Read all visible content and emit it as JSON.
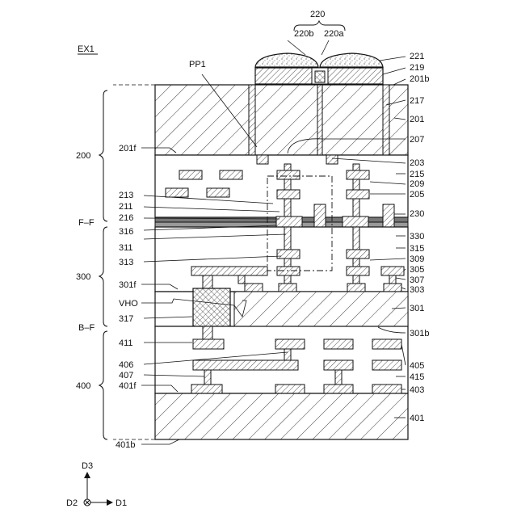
{
  "figure_label": "EX1",
  "labels": {
    "l220": "220",
    "l220b": "220b",
    "l220a": "220a",
    "l221": "221",
    "l219": "219",
    "l201b": "201b",
    "l217": "217",
    "l201": "201",
    "l207": "207",
    "l203": "203",
    "l215": "215",
    "l209": "209",
    "l205": "205",
    "l230": "230",
    "l330": "330",
    "l315": "315",
    "l309": "309",
    "l305": "305",
    "l307": "307",
    "l303": "303",
    "l301": "301",
    "l301b": "301b",
    "l405": "405",
    "l415": "415",
    "l403": "403",
    "l401": "401",
    "lPP1": "PP1",
    "l200": "200",
    "l201f": "201f",
    "l213": "213",
    "l211": "211",
    "lFF": "F–F",
    "l216": "216",
    "l316": "316",
    "l311": "311",
    "l313": "313",
    "l300": "300",
    "l301f": "301f",
    "lVHO": "VHO",
    "l317": "317",
    "lBF": "B–F",
    "l411": "411",
    "l406": "406",
    "l400": "400",
    "l407": "407",
    "l401f": "401f",
    "l401b": "401b"
  },
  "axes": {
    "d3": "D3",
    "d2": "D2",
    "d1": "D1"
  }
}
